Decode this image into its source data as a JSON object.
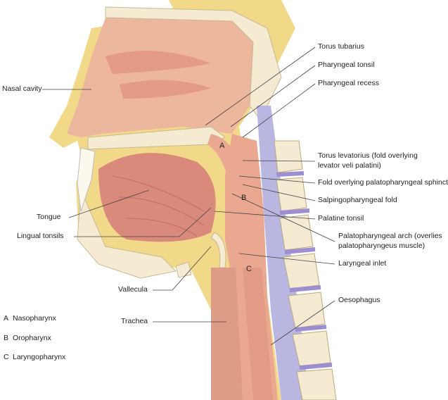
{
  "labels": {
    "torus_tubarius": "Torus tubarius",
    "pharyngeal_tonsil": "Pharyngeal tonsil",
    "pharyngeal_recess": "Pharyngeal recess",
    "torus_levatorius_1": "Torus levatorius (fold overlying",
    "torus_levatorius_2": "levator veli palatini)",
    "fold_sphincter": "Fold overlying palatopharyngeal sphincter",
    "salpingopharyngeal_fold": "Salpingopharyngeal fold",
    "palatine_tonsil": "Palatine tonsil",
    "palatopharyngeal_arch_1": "Palatopharyngeal arch (overlies",
    "palatopharyngeal_arch_2": "palatopharyngeus muscle)",
    "laryngeal_inlet": "Laryngeal inlet",
    "oesophagus": "Oesophagus",
    "nasal_cavity": "Nasal cavity",
    "tongue": "Tongue",
    "lingual_tonsils": "Lingual tonsils",
    "vallecula": "Vallecula",
    "trachea": "Trachea"
  },
  "region_letters": {
    "a": "A",
    "b": "B",
    "c": "C"
  },
  "legend": [
    {
      "letter": "A",
      "name": "Nasopharynx"
    },
    {
      "letter": "B",
      "name": "Oropharynx"
    },
    {
      "letter": "C",
      "name": "Laryngopharynx"
    }
  ],
  "colors": {
    "skin": "#f2d98a",
    "tissue": "#e9a88f",
    "bone": "#f4ebd2",
    "prevertebral": "#b9b7e2",
    "muscle": "#d98a7a"
  }
}
